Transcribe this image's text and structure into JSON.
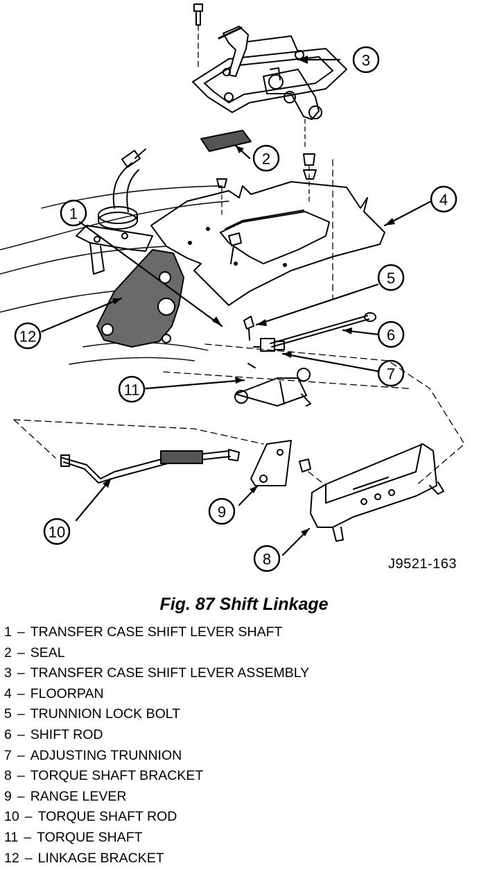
{
  "figure_code": "J9521-163",
  "caption": "Fig. 87 Shift Linkage",
  "legend": [
    {
      "num": "1",
      "label": "TRANSFER CASE SHIFT LEVER SHAFT"
    },
    {
      "num": "2",
      "label": "SEAL"
    },
    {
      "num": "3",
      "label": "TRANSFER CASE SHIFT LEVER ASSEMBLY"
    },
    {
      "num": "4",
      "label": "FLOORPAN"
    },
    {
      "num": "5",
      "label": "TRUNNION LOCK BOLT"
    },
    {
      "num": "6",
      "label": "SHIFT ROD"
    },
    {
      "num": "7",
      "label": "ADJUSTING TRUNNION"
    },
    {
      "num": "8",
      "label": "TORQUE SHAFT BRACKET"
    },
    {
      "num": "9",
      "label": "RANGE LEVER"
    },
    {
      "num": "10",
      "label": "TORQUE SHAFT ROD"
    },
    {
      "num": "11",
      "label": "TORQUE SHAFT"
    },
    {
      "num": "12",
      "label": "LINKAGE BRACKET"
    }
  ],
  "callouts": [
    "1",
    "2",
    "3",
    "4",
    "5",
    "6",
    "7",
    "8",
    "9",
    "10",
    "11",
    "12"
  ]
}
